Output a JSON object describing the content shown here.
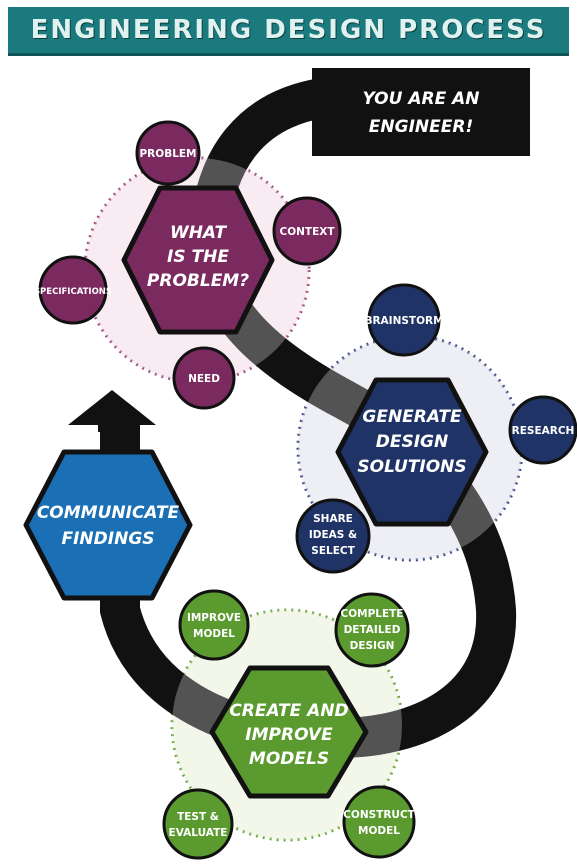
{
  "title": "ENGINEERING DESIGN PROCESS",
  "banner": {
    "line1": "YOU ARE AN",
    "line2": "ENGINEER!"
  },
  "stages": {
    "problem": {
      "line1": "WHAT",
      "line2": "IS THE",
      "line3": "PROBLEM?",
      "color": "#7a2a5e",
      "satellites": [
        "PROBLEM",
        "CONTEXT",
        "SPECIFICATIONS",
        "NEED"
      ]
    },
    "generate": {
      "line1": "GENERATE",
      "line2": "DESIGN",
      "line3": "SOLUTIONS",
      "color": "#1f3366",
      "satellites": [
        "BRAINSTORM",
        "RESEARCH"
      ],
      "share": {
        "line1": "SHARE",
        "line2": "IDEAS &",
        "line3": "SELECT"
      }
    },
    "models": {
      "line1": "CREATE AND",
      "line2": "IMPROVE",
      "line3": "MODELS",
      "color": "#5a9a2f",
      "improve": {
        "line1": "IMPROVE",
        "line2": "MODEL"
      },
      "complete": {
        "line1": "COMPLETE",
        "line2": "DETAILED",
        "line3": "DESIGN"
      },
      "test": {
        "line1": "TEST &",
        "line2": "EVALUATE"
      },
      "construct": {
        "line1": "CONSTRUCT",
        "line2": "MODEL"
      }
    },
    "communicate": {
      "line1": "COMMUNICATE",
      "line2": "FINDINGS",
      "color": "#1b6fb5"
    }
  }
}
